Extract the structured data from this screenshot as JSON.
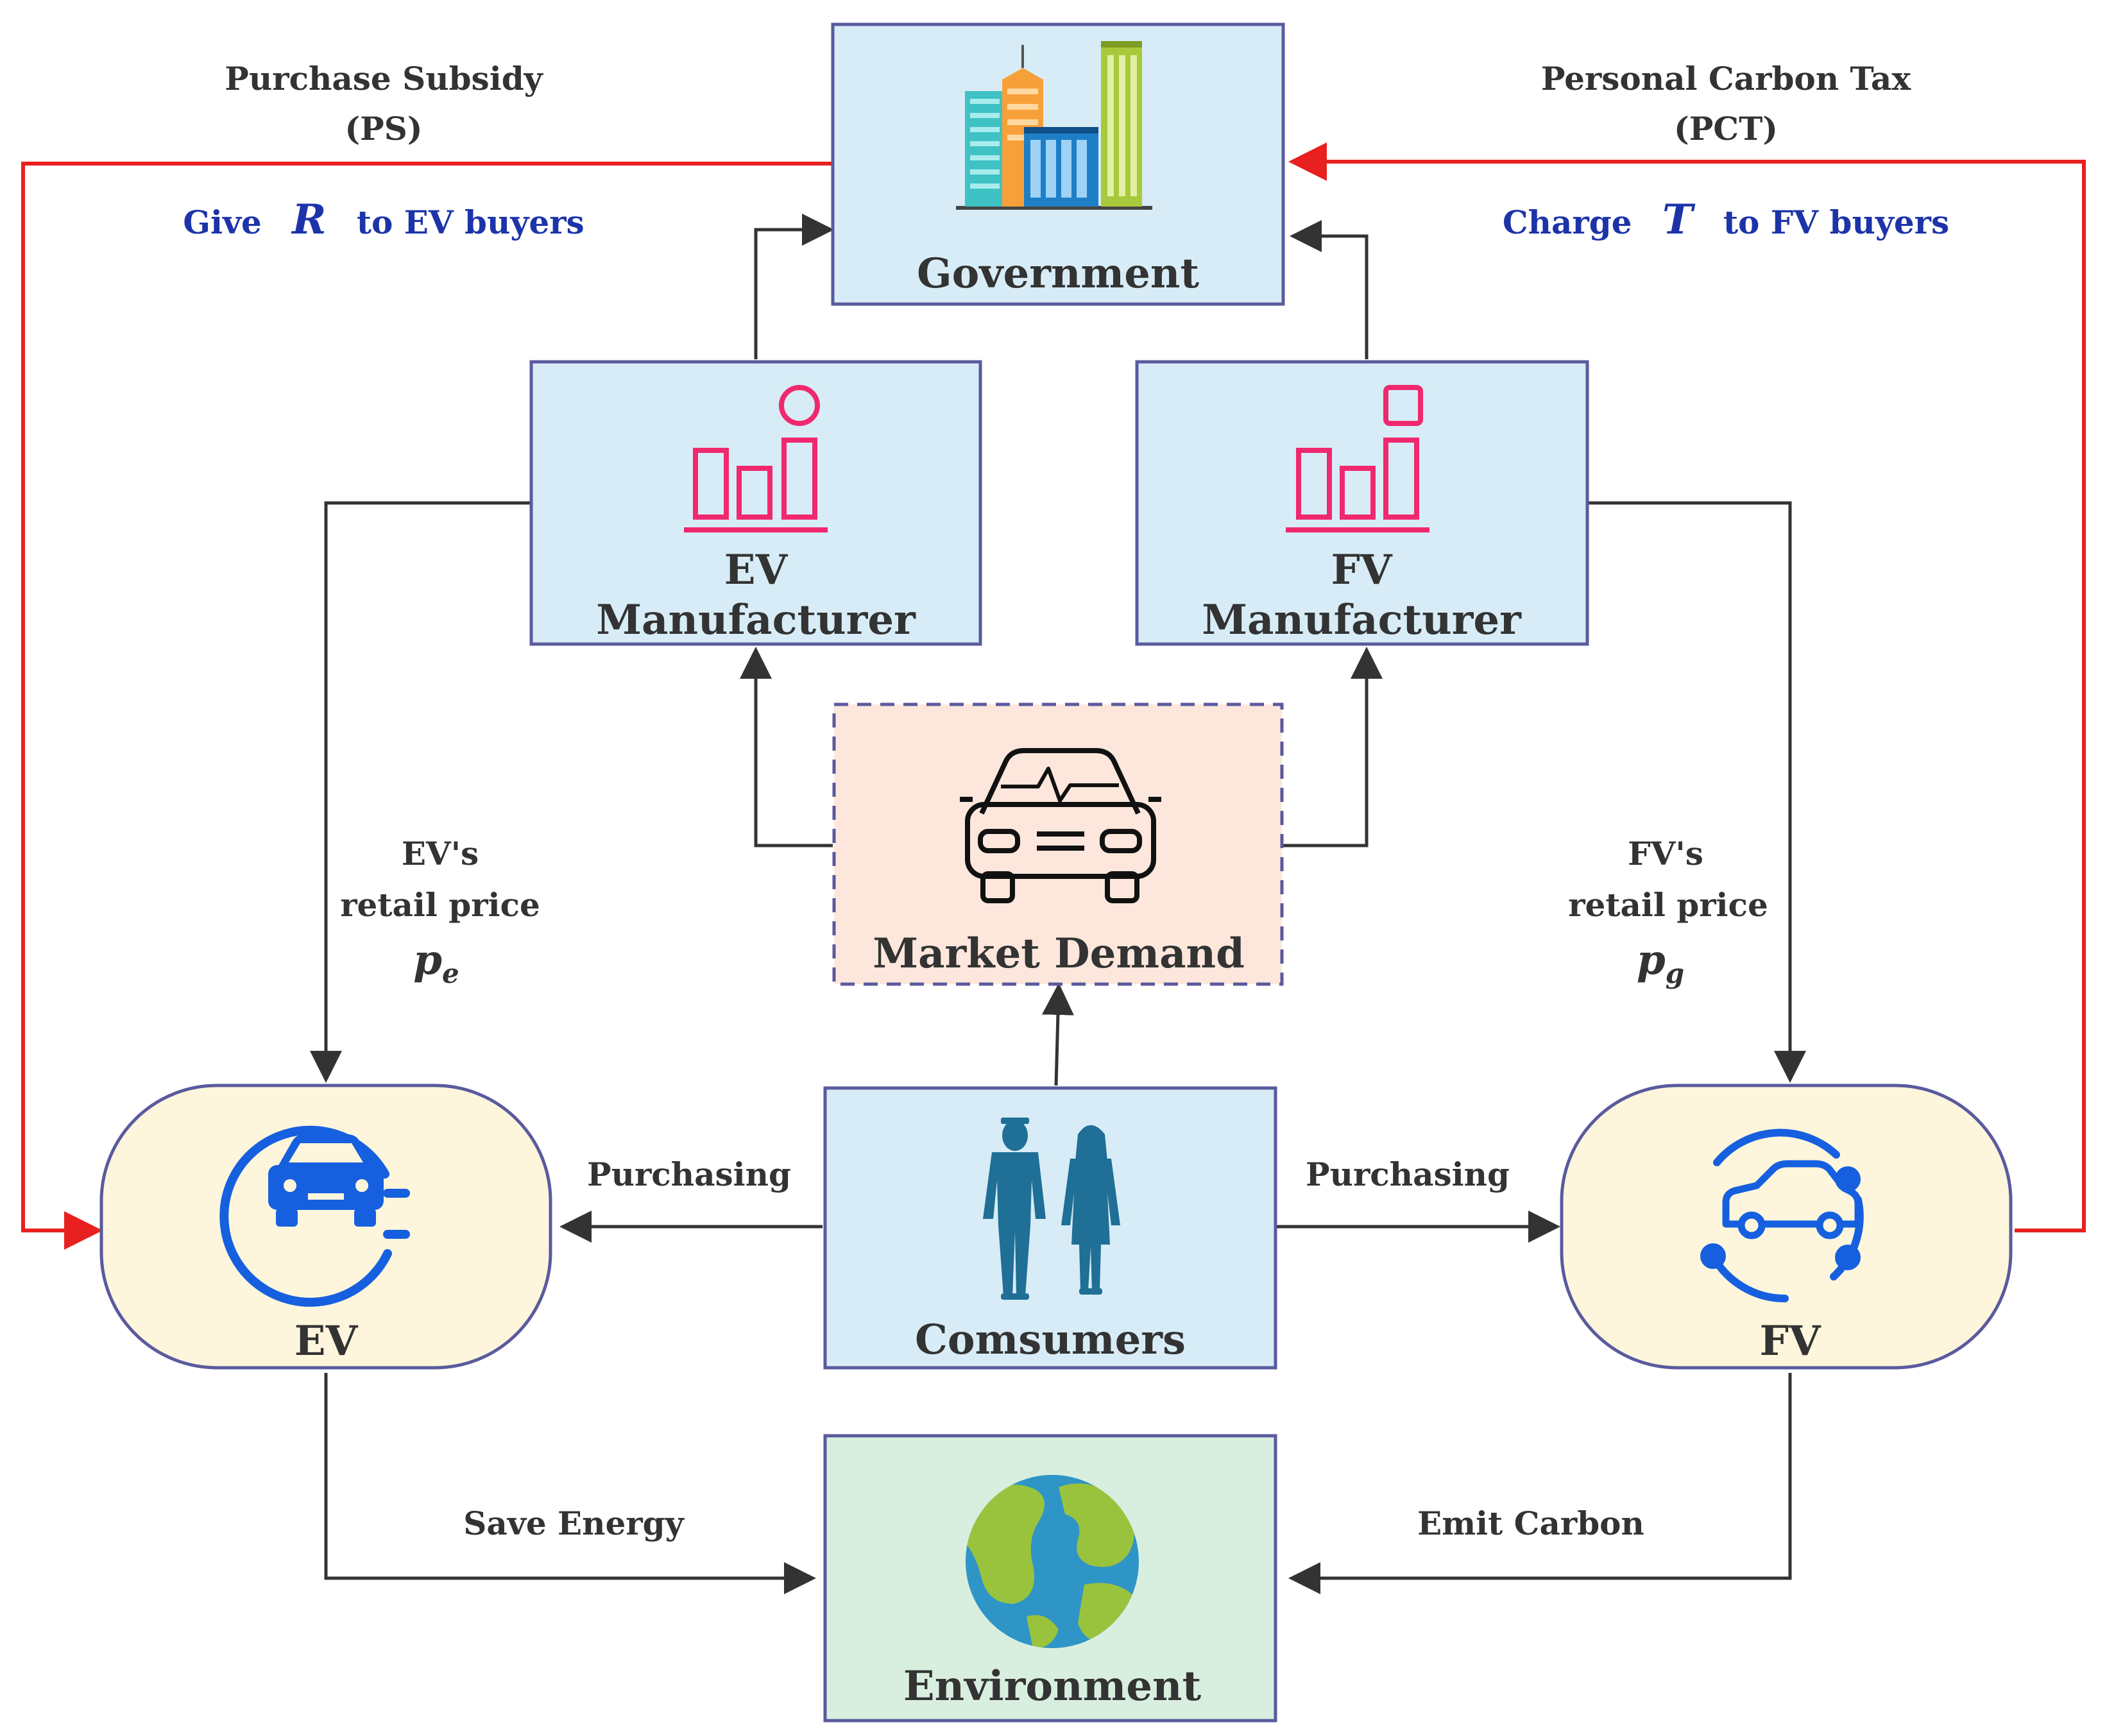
{
  "government": {
    "label": "Government"
  },
  "ev_manufacturer": {
    "line1": "EV",
    "line2": "Manufacturer"
  },
  "fv_manufacturer": {
    "line1": "FV",
    "line2": "Manufacturer"
  },
  "market_demand": {
    "label": "Market Demand"
  },
  "consumers": {
    "label": "Comsumers"
  },
  "ev": {
    "label": "EV"
  },
  "fv": {
    "label": "FV"
  },
  "environment": {
    "label": "Environment"
  },
  "policies": {
    "ps": {
      "line1": "Purchase Subsidy",
      "line2": "(PS)",
      "action_pre": "Give",
      "symbol": "R",
      "action_post": "to EV buyers"
    },
    "pct": {
      "line1": "Personal Carbon Tax",
      "line2": "(PCT)",
      "action_pre": "Charge",
      "symbol": "T",
      "action_post": "to FV buyers"
    }
  },
  "ev_price": {
    "line1": "EV's",
    "line2": "retail price",
    "symbol": "p",
    "subscript": "e"
  },
  "fv_price": {
    "line1": "FV's",
    "line2": "retail price",
    "symbol": "p",
    "subscript": "g"
  },
  "flows": {
    "purchasing_left": "Purchasing",
    "purchasing_right": "Purchasing",
    "save_energy": "Save Energy",
    "emit_carbon": "Emit Carbon"
  },
  "colors": {
    "box_fill": "#d7ecf6",
    "box_stroke": "#5a5a9e",
    "demand_fill": "#fde7dc",
    "vehicle_fill": "#fdf6dc",
    "env_fill": "#d8efe0",
    "policy_arrow": "#e8201f",
    "flow_arrow": "#333333",
    "policy_text": "#1c34a8",
    "chart_icon": "#f0286e",
    "vehicle_icon": "#1660e0"
  }
}
